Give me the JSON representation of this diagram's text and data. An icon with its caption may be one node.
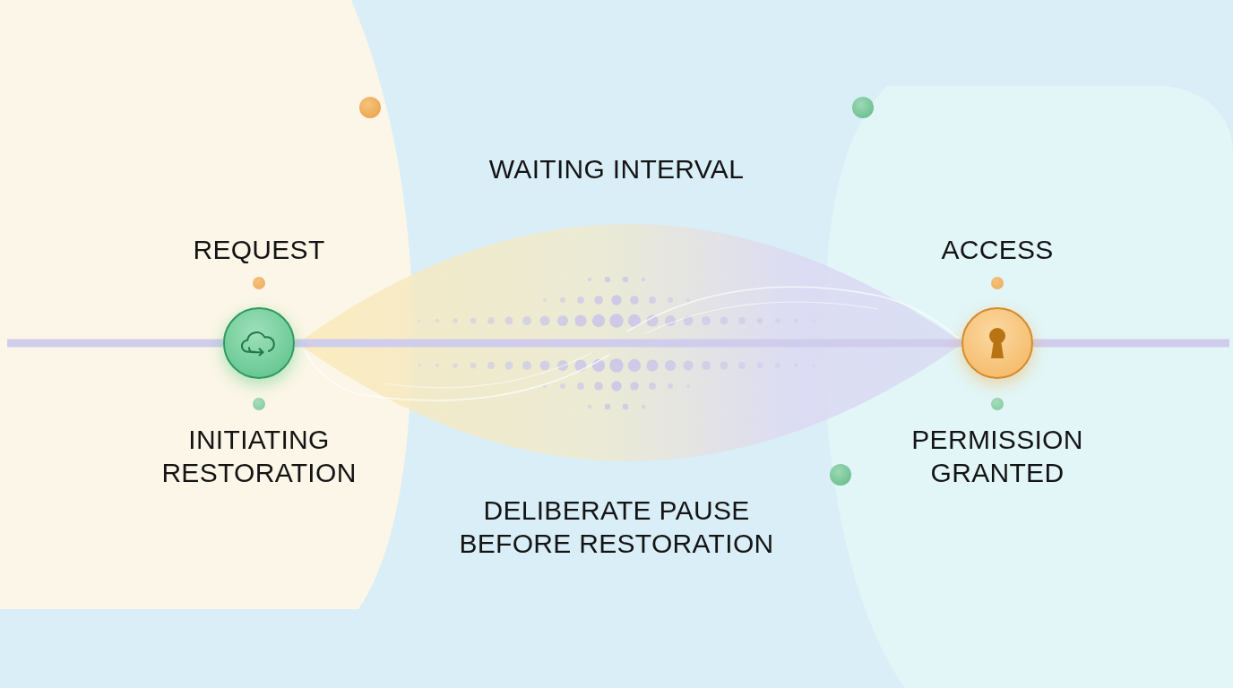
{
  "diagram": {
    "nodes": [
      {
        "text": [],
        "shape": "circle",
        "beside": [
          "REQUEST",
          "INITIATING RESTORATION"
        ]
      },
      {
        "text": [],
        "shape": "circle",
        "beside": [
          "ACCESS",
          "PERMISSION GRANTED"
        ]
      }
    ],
    "edges": [
      {
        "from": null,
        "to": 0,
        "arrow": "none"
      },
      {
        "from": 0,
        "to": 1,
        "arrow": "none"
      },
      {
        "from": 1,
        "to": null,
        "arrow": "none"
      }
    ],
    "labels": [
      "WAITING INTERVAL",
      "DELIBERATE PAUSE BEFORE RESTORATION"
    ]
  }
}
